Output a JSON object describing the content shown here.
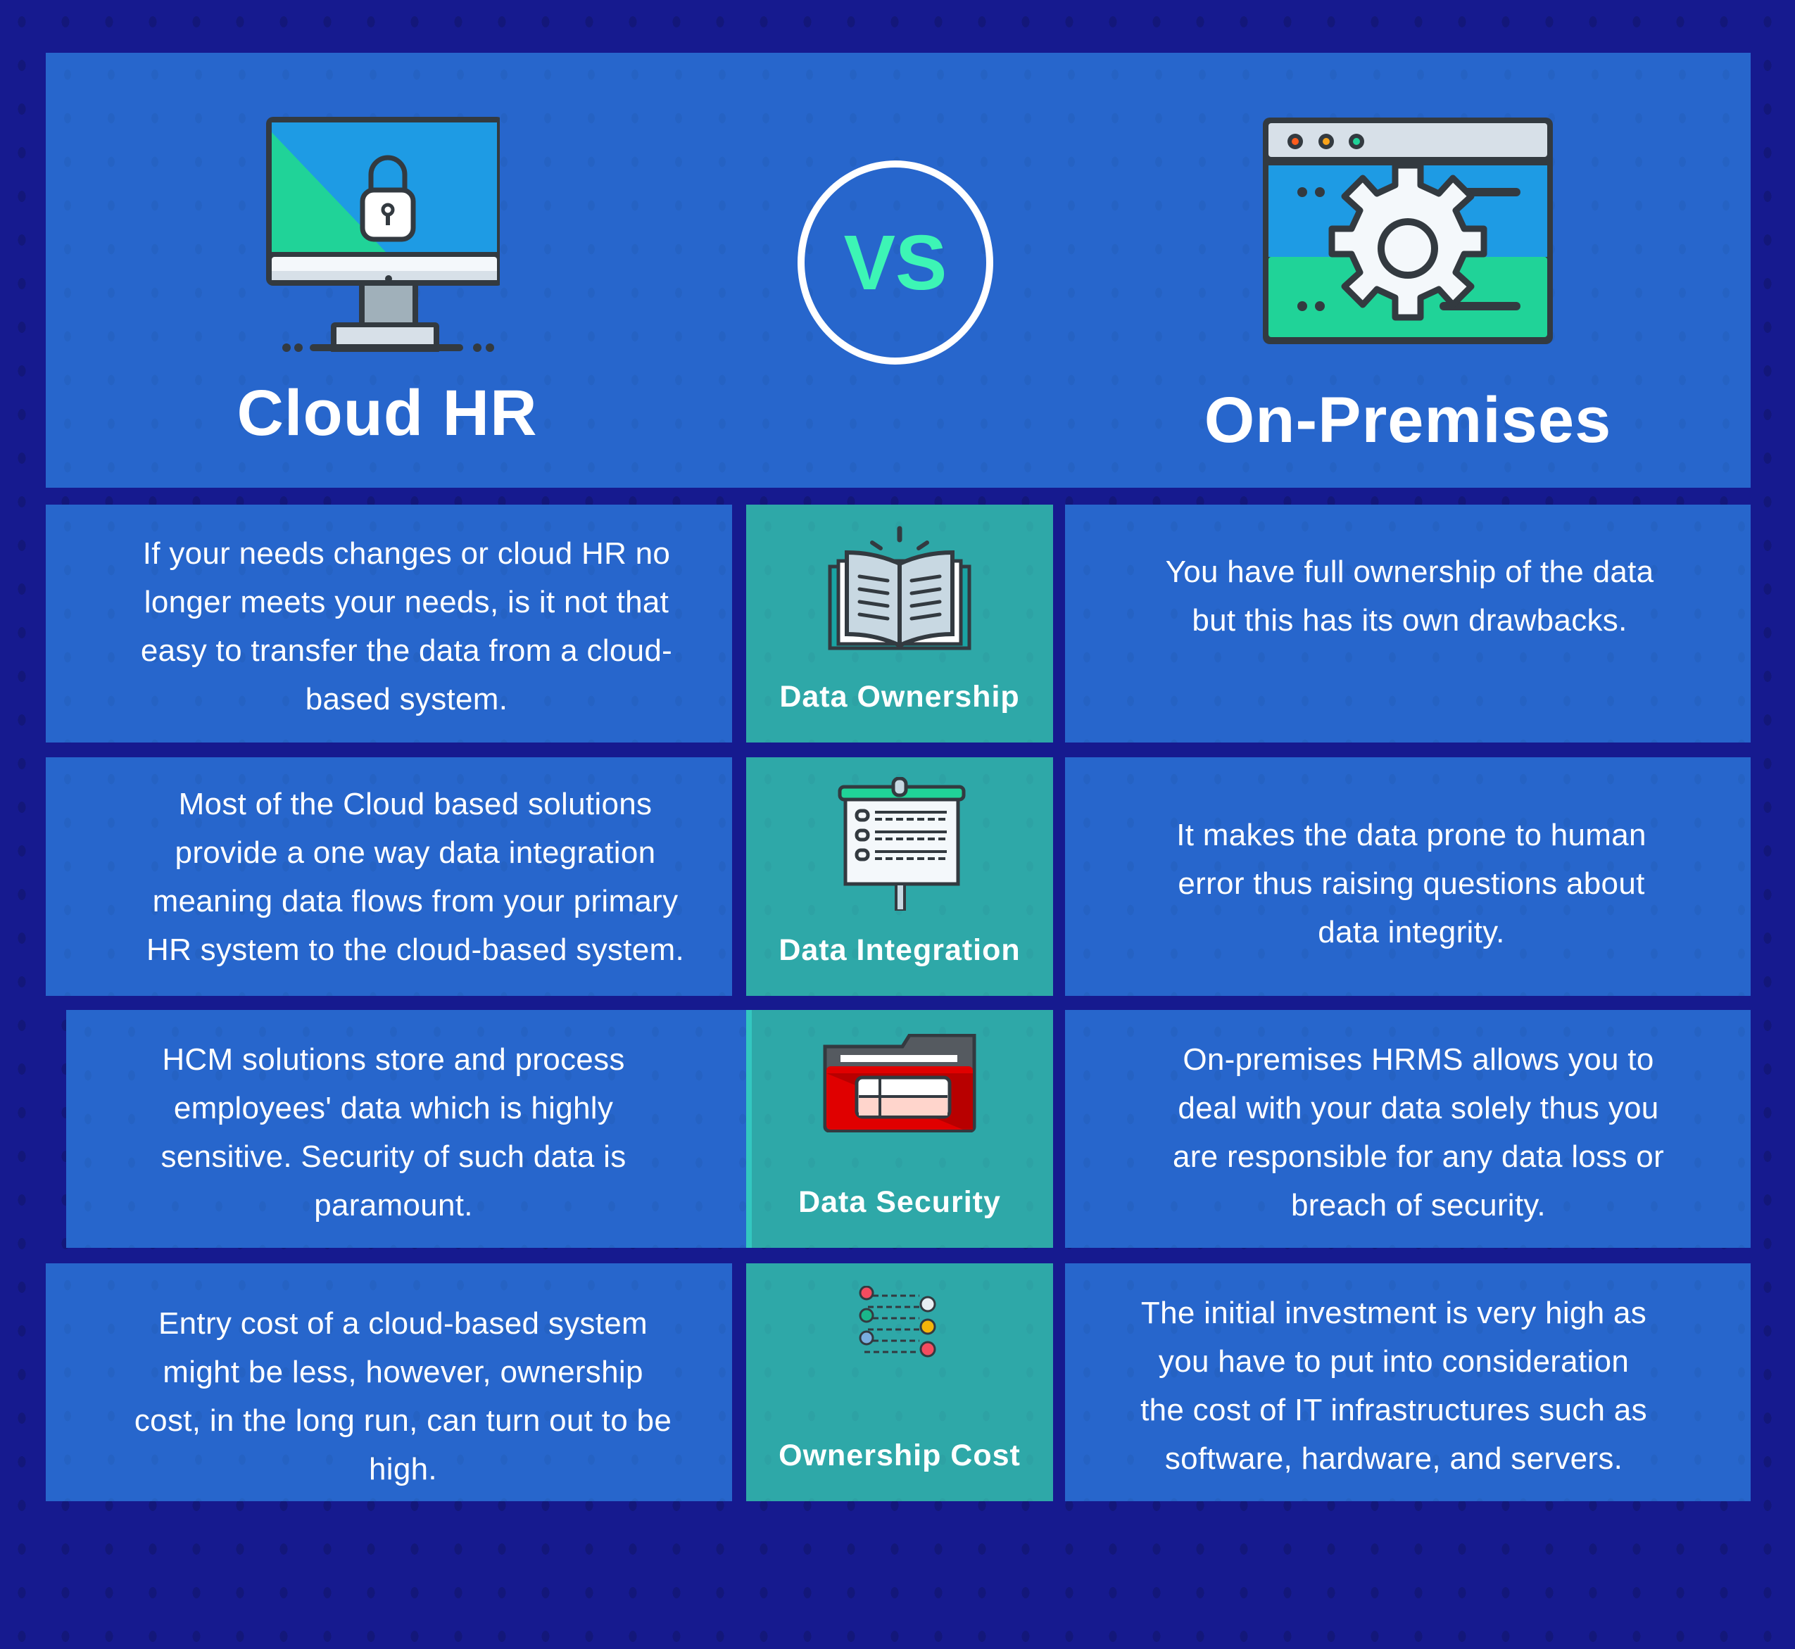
{
  "header": {
    "left_title": "Cloud HR",
    "right_title": "On-Premises",
    "vs_label": "VS",
    "left_icon": "monitor-lock-icon",
    "right_icon": "browser-gear-icon"
  },
  "colors": {
    "background": "#161a8f",
    "panel": "#2766cc",
    "category_panel": "#2ea8a8",
    "vs_text": "#3df5b5",
    "text": "#ffffff"
  },
  "rows": [
    {
      "category": "Data Ownership",
      "icon": "open-book-icon",
      "cloud": "If your needs changes or cloud HR no\nlonger meets your needs, is it not  that\neasy to transfer the data from a cloud-\nbased system.",
      "onprem": "You have full ownership of the data\nbut this has its own drawbacks."
    },
    {
      "category": "Data Integration",
      "icon": "presentation-board-icon",
      "cloud": "Most of the Cloud based solutions\nprovide a one way data integration\nmeaning data flows from your primary\nHR system to the cloud-based  system.",
      "onprem": "It makes the data prone to human\nerror thus raising questions about\ndata integrity."
    },
    {
      "category": "Data Security",
      "icon": "folder-icon",
      "cloud": "HCM solutions store and process\nemployees' data which is highly\nsensitive. Security of such data is\nparamount.",
      "onprem": "On-premises HRMS allows you to\ndeal with your data solely thus you\nare responsible for any data loss or\nbreach of security."
    },
    {
      "category": "Ownership Cost",
      "icon": "flow-nodes-icon",
      "cloud": "Entry cost of a cloud-based system\nmight be less, however, ownership\ncost, in the long run, can turn out to be\nhigh.",
      "onprem": "The initial investment is very high as\nyou have to put into  consideration\nthe cost of IT infrastructures such as\nsoftware, hardware,  and servers."
    }
  ]
}
